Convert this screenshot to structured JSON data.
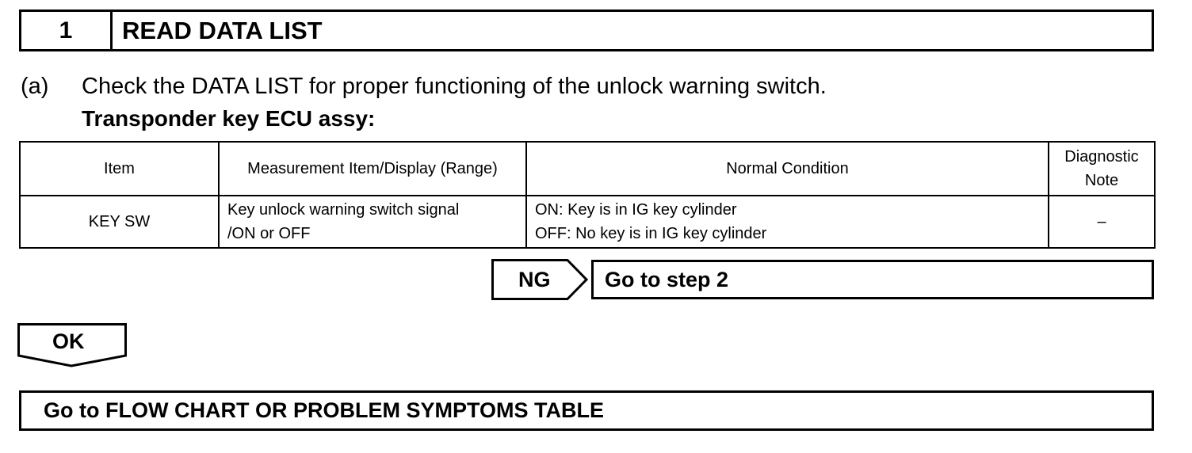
{
  "step": {
    "number": "1",
    "title": "READ DATA LIST"
  },
  "instruction": {
    "letter": "(a)",
    "text": "Check the DATA LIST for proper functioning of the unlock warning switch.",
    "subheading": "Transponder key ECU assy:"
  },
  "table": {
    "headers": {
      "item": "Item",
      "measurement": "Measurement Item/Display (Range)",
      "normal": "Normal Condition",
      "diag_line1": "Diagnostic",
      "diag_line2": "Note"
    },
    "rows": [
      {
        "item": "KEY SW",
        "measurement_line1": "Key unlock warning switch signal",
        "measurement_line2": "/ON or OFF",
        "normal_line1": "ON: Key is in IG key cylinder",
        "normal_line2": "OFF: No key is in IG key cylinder",
        "diag": "–"
      }
    ]
  },
  "ng_result": {
    "label": "NG",
    "action": "Go to step 2"
  },
  "ok_result": {
    "label": "OK",
    "action": "Go to FLOW CHART OR PROBLEM SYMPTOMS TABLE"
  }
}
